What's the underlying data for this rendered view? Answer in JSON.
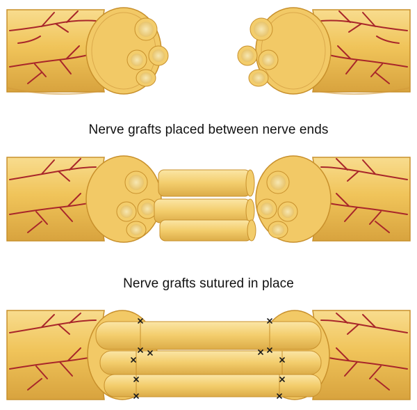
{
  "captions": {
    "step1": "Nerve grafts placed between nerve ends",
    "step2": "Nerve grafts sutured in place"
  },
  "colors": {
    "nerve_fill": "#f0c45a",
    "nerve_light": "#f8dc8e",
    "nerve_shadow": "#d8a33e",
    "outline": "#c8902c",
    "fascicle_core": "#f5e2a0",
    "vessel": "#a8262a",
    "suture": "#1a1a1a",
    "caption_text": "#111111"
  },
  "icons": {
    "nerve_end": "nerve-stump-cross-section-illustration",
    "graft": "nerve-graft-cylinder-illustration",
    "suture": "suture-knot-icon"
  }
}
